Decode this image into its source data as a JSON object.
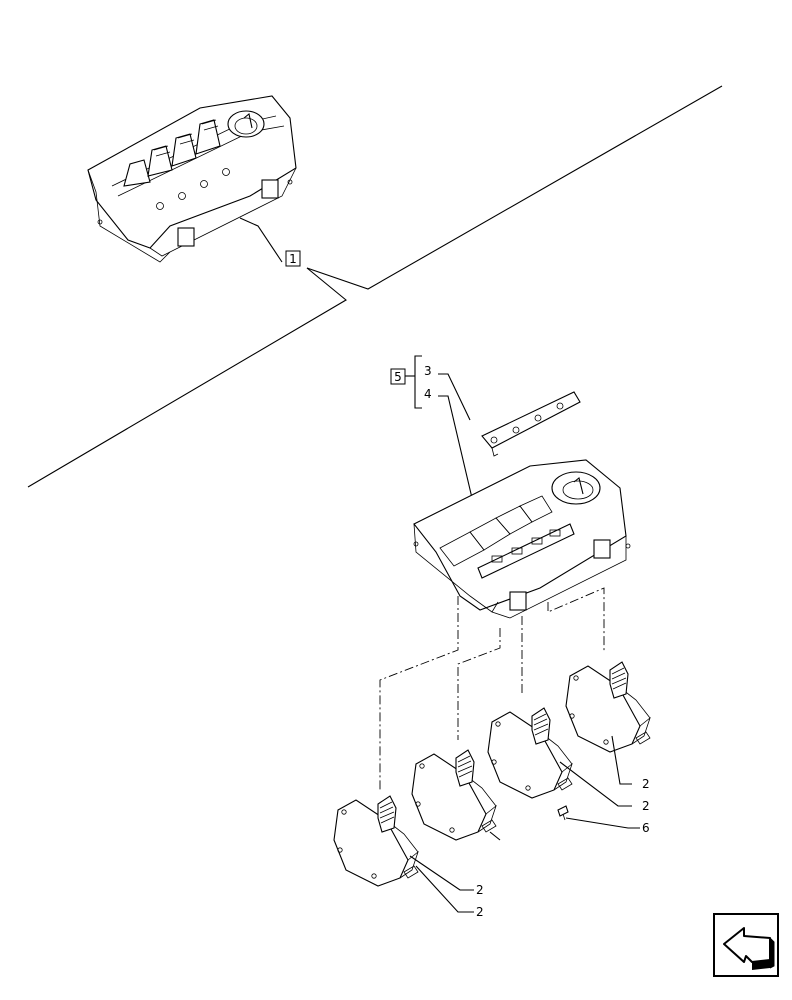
{
  "callouts": {
    "assembly_top": "1",
    "kit_box": "5",
    "plate": "3",
    "console": "4",
    "module_a": "2",
    "module_b": "2",
    "module_c": "2",
    "module_d": "2",
    "screw": "6"
  },
  "nav_icon": "next-page-arrow-icon"
}
